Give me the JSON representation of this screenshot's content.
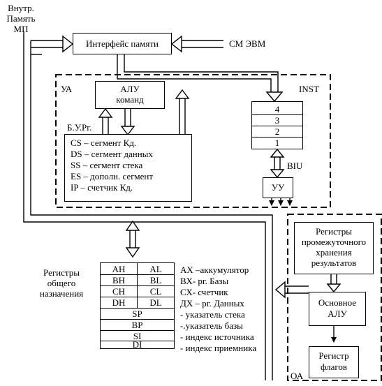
{
  "top_left": {
    "line1": "Внутр.",
    "line2": "Память",
    "line3": "МП"
  },
  "memory_interface": "Интерфейс памяти",
  "cm_evm": "СМ ЭВМ",
  "ua_label": "УА",
  "inst_label": "INST",
  "alu_commands": {
    "line1": "АЛУ",
    "line2": "команд"
  },
  "bu_rg": "Б.У.Рг.",
  "segments": [
    "CS – сегмент Кд.",
    "DS – сегмент данных",
    "SS – сегмент стека",
    "ES – дополн. сегмент",
    "IP – счетчик Кд."
  ],
  "queue": [
    "4",
    "3",
    "2",
    "1"
  ],
  "biu_label": "BIU",
  "uu_label": "УУ",
  "temp_registers": {
    "line1": "Регистры",
    "line2": "промежуточного",
    "line3": "хранения",
    "line4": "результатов"
  },
  "main_alu": {
    "line1": "Основное",
    "line2": "АЛУ"
  },
  "flags_register": {
    "line1": "Регистр",
    "line2": "флагов"
  },
  "oa_label": "ОА",
  "gp_registers_title": {
    "line1": "Регистры",
    "line2": "общего",
    "line3": "назначения"
  },
  "register_pairs": [
    [
      "AH",
      "AL"
    ],
    [
      "BH",
      "BL"
    ],
    [
      "CH",
      "CL"
    ],
    [
      "DH",
      "DL"
    ]
  ],
  "register_singles": [
    "SP",
    "BP",
    "SI",
    "DI"
  ],
  "register_legend": [
    "АХ –аккумулятор",
    "ВХ- рг. Базы",
    "СХ- счетчик",
    "ДХ – рг. Данных",
    "- указатель стека",
    "-.указатель базы",
    "- индекс источника",
    "- индекс приемника"
  ]
}
